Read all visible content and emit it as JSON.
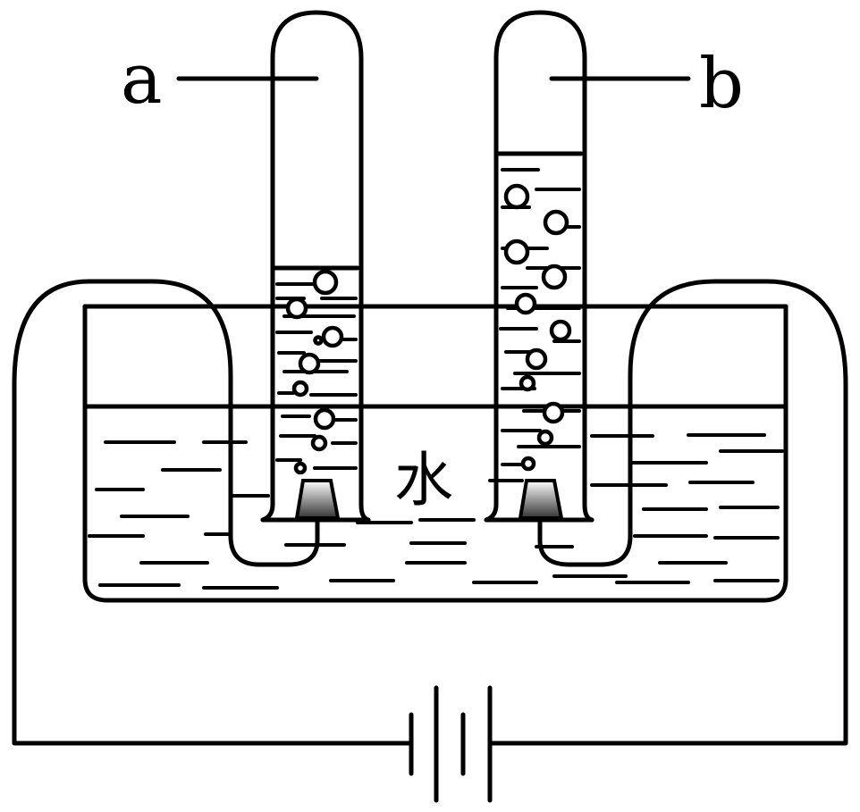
{
  "labels": {
    "tube_a": "a",
    "tube_b": "b",
    "water": "水"
  },
  "colors": {
    "line": "#000000",
    "background": "#ffffff",
    "electrode_top": "#ffffff",
    "electrode_bottom": "#333333"
  }
}
